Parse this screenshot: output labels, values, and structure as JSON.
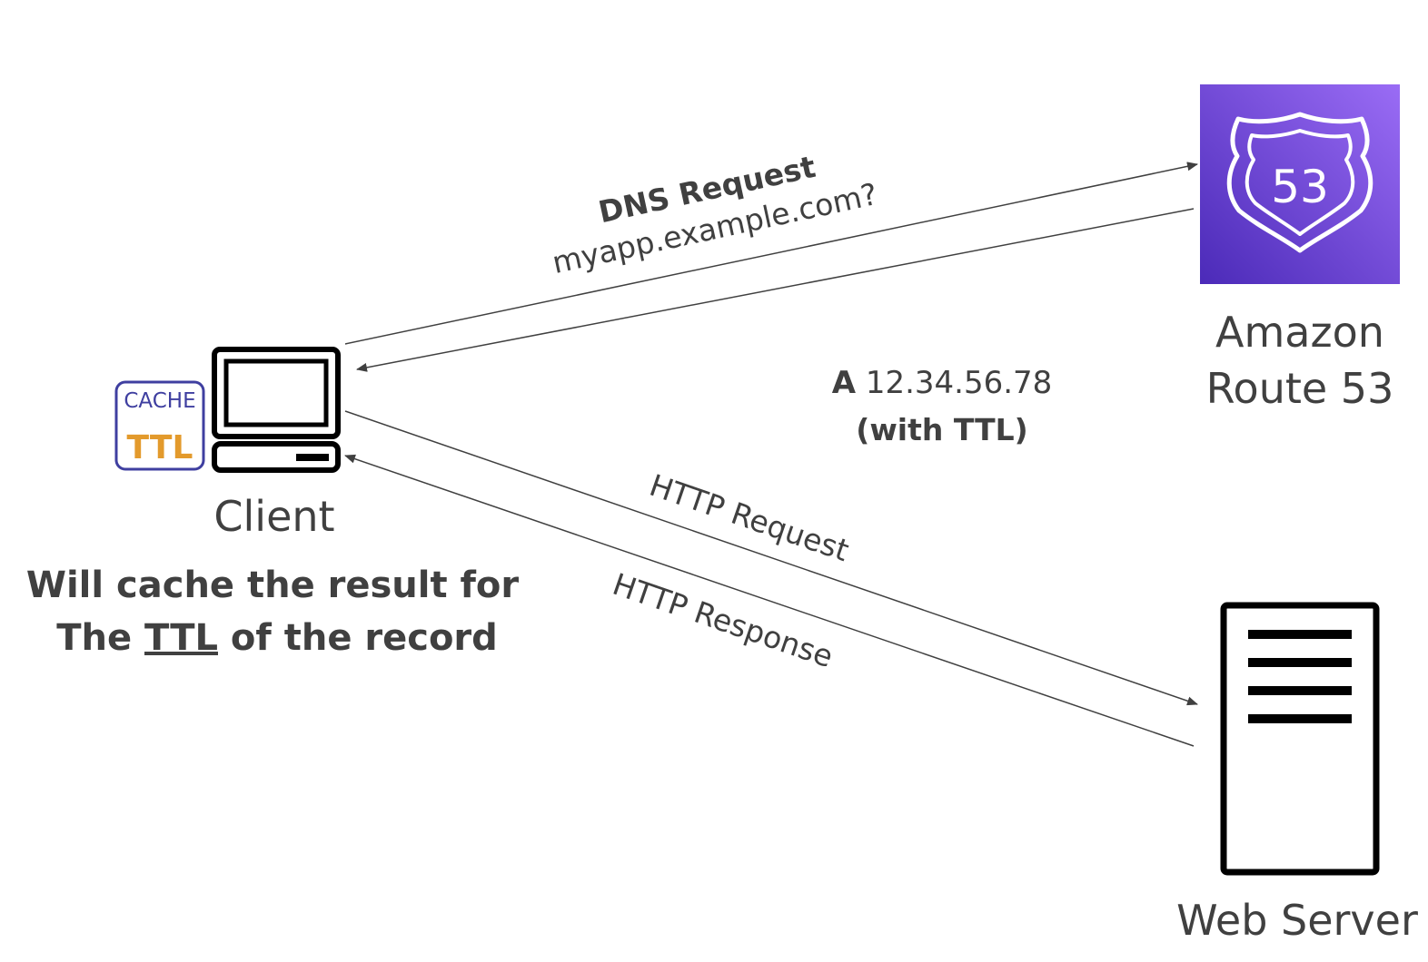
{
  "nodes": {
    "route53": {
      "icon_text": "53",
      "label_line1": "Amazon",
      "label_line2": "Route 53",
      "color_top": "#9a6cf5",
      "color_bottom": "#4b2ab8"
    },
    "client": {
      "label": "Client",
      "cache_badge_top": "CACHE",
      "cache_badge_bottom": "TTL",
      "cache_border_color": "#3f3fa0",
      "ttl_color": "#e39a2c"
    },
    "web_server": {
      "label": "Web Server"
    }
  },
  "edges": {
    "dns_request_title": "DNS Request",
    "dns_request_query": "myapp.example.com?",
    "dns_response_line1_bold": "A",
    "dns_response_line1_rest": " 12.34.56.78",
    "dns_response_line2": "(with TTL)",
    "http_request": "HTTP Request",
    "http_response": "HTTP Response"
  },
  "note": {
    "line1": "Will cache the result for",
    "line2_prefix": "The ",
    "line2_ttl": "TTL",
    "line2_suffix": " of the record"
  }
}
